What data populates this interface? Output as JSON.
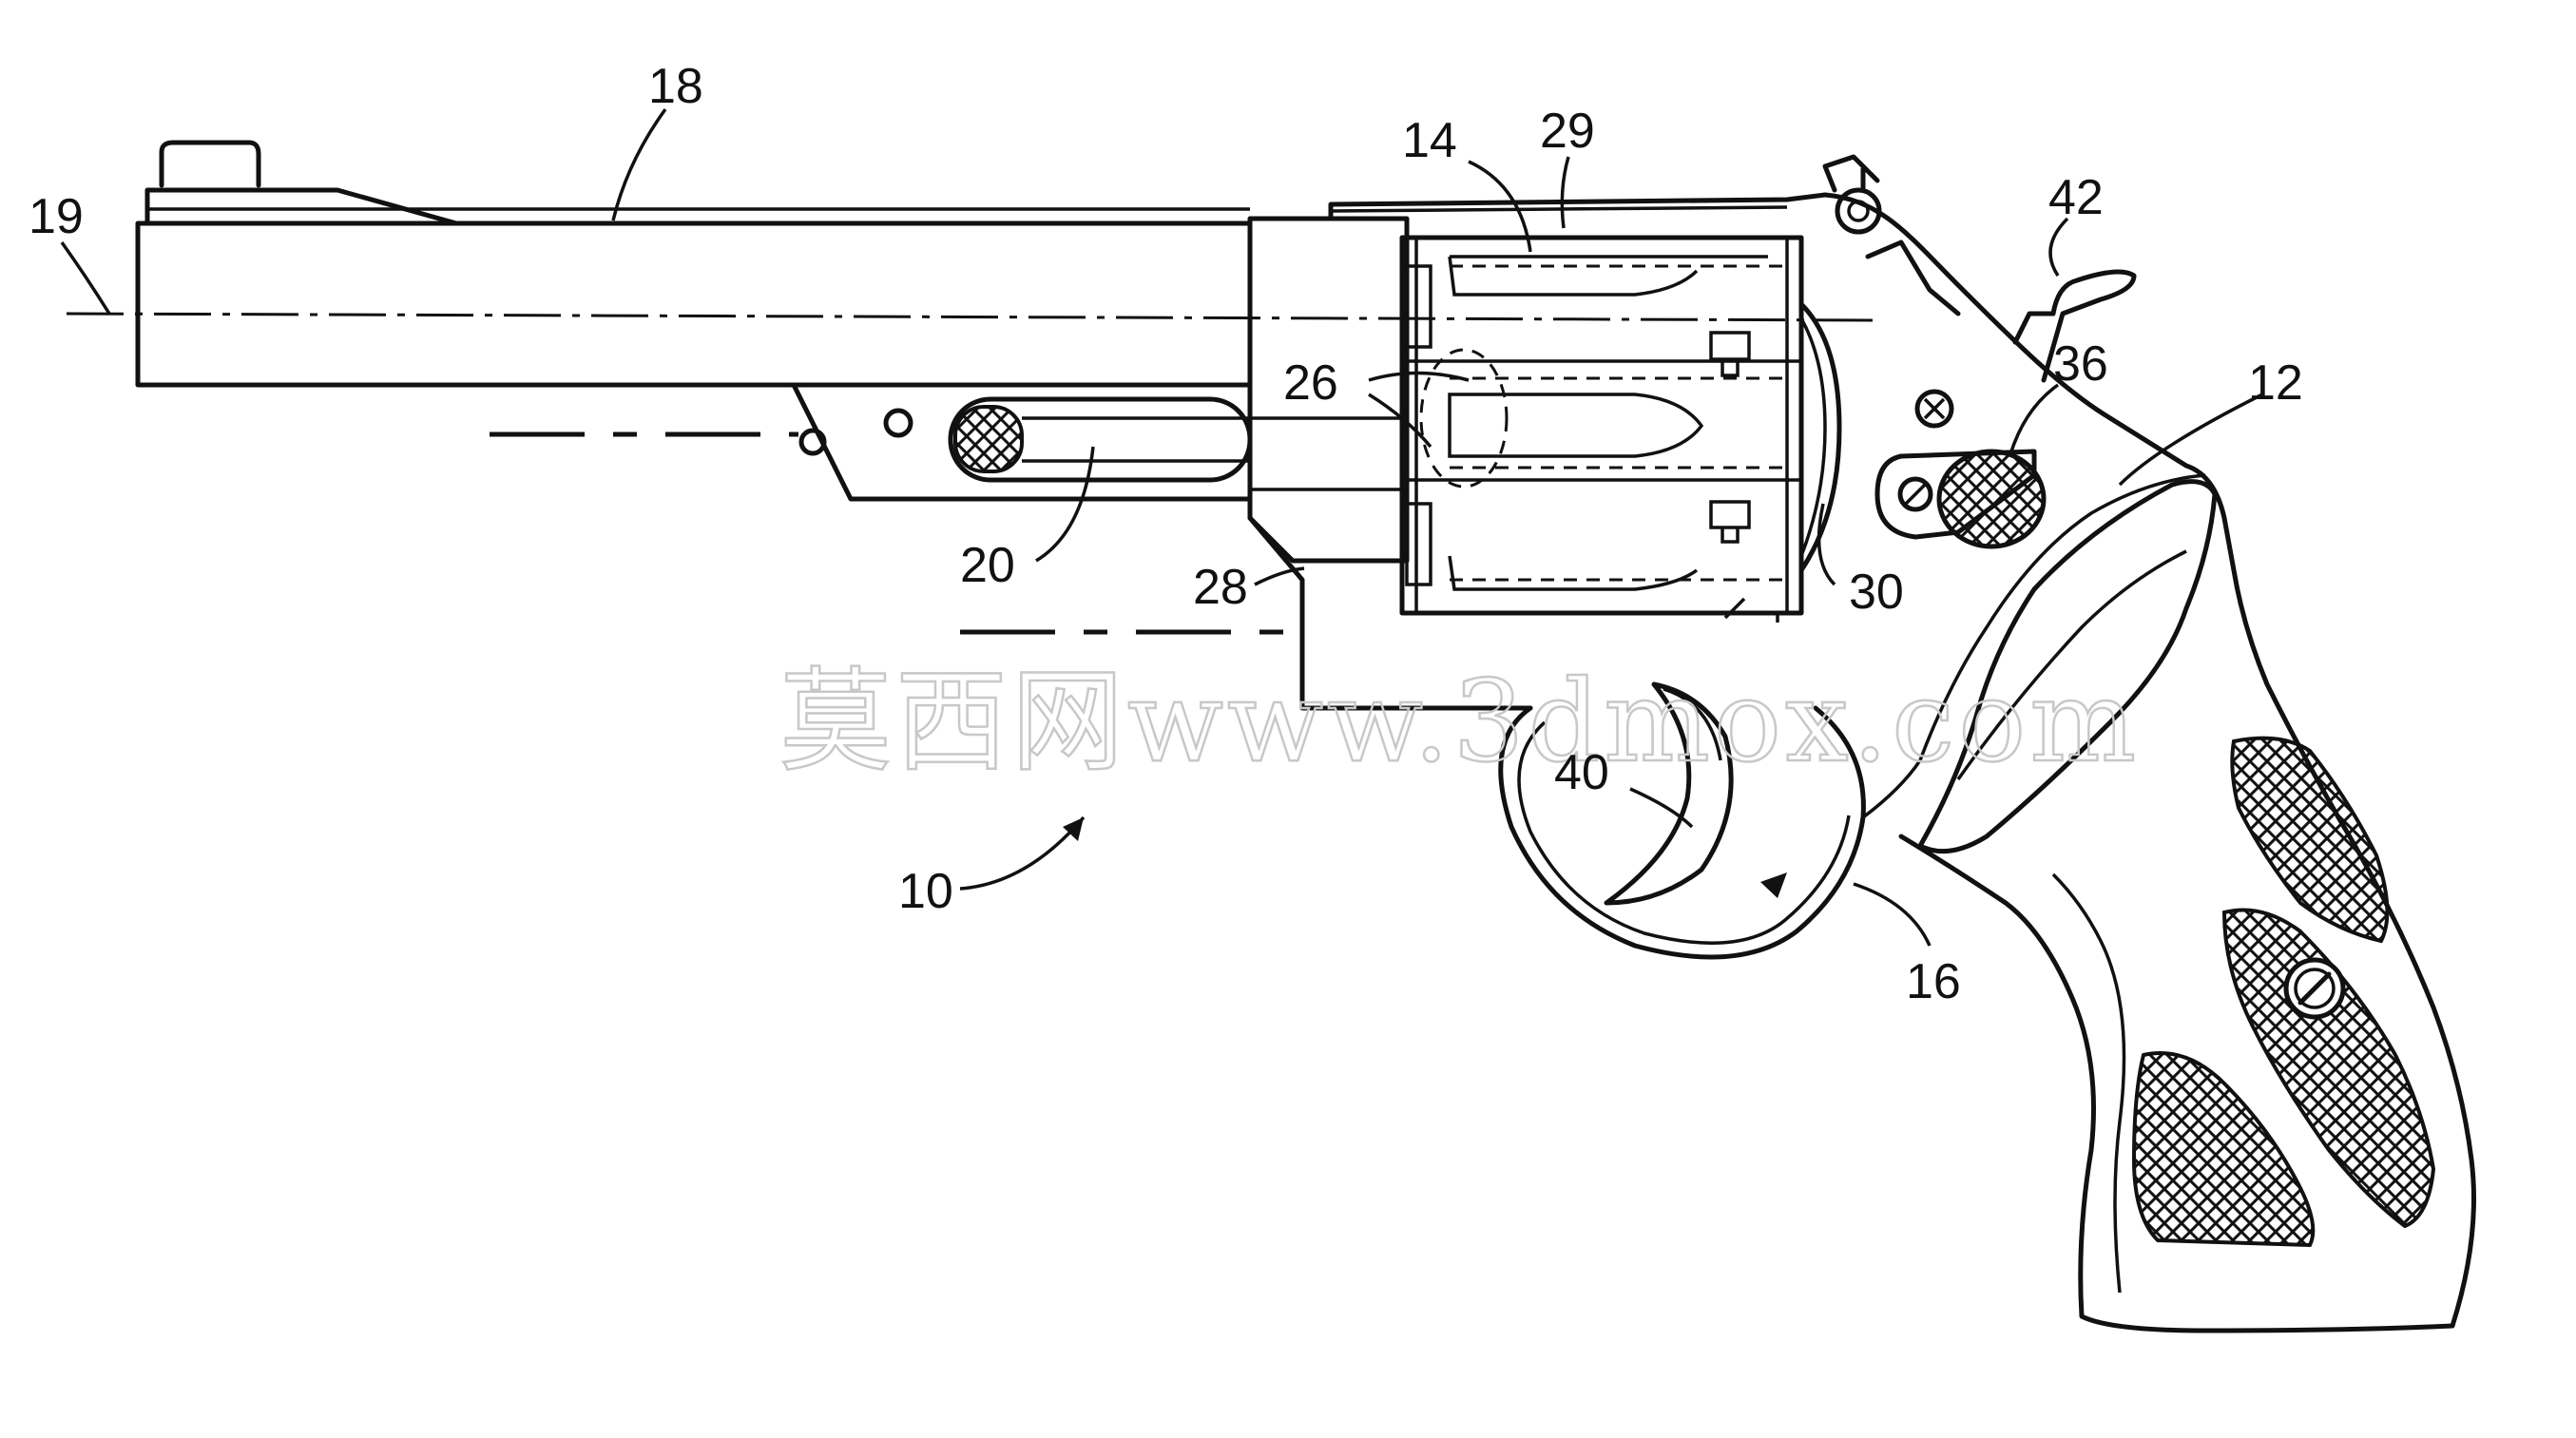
{
  "figure": {
    "reference_numerals": {
      "n10": "10",
      "n12": "12",
      "n14": "14",
      "n16": "16",
      "n18": "18",
      "n19": "19",
      "n20": "20",
      "n26": "26",
      "n28": "28",
      "n29": "29",
      "n30": "30",
      "n36": "36",
      "n40": "40",
      "n42": "42"
    },
    "watermark": "莫西网www.3dmox.com"
  },
  "colors": {
    "ink": "#111111",
    "background": "#ffffff",
    "watermark": "#c8c8c8"
  }
}
